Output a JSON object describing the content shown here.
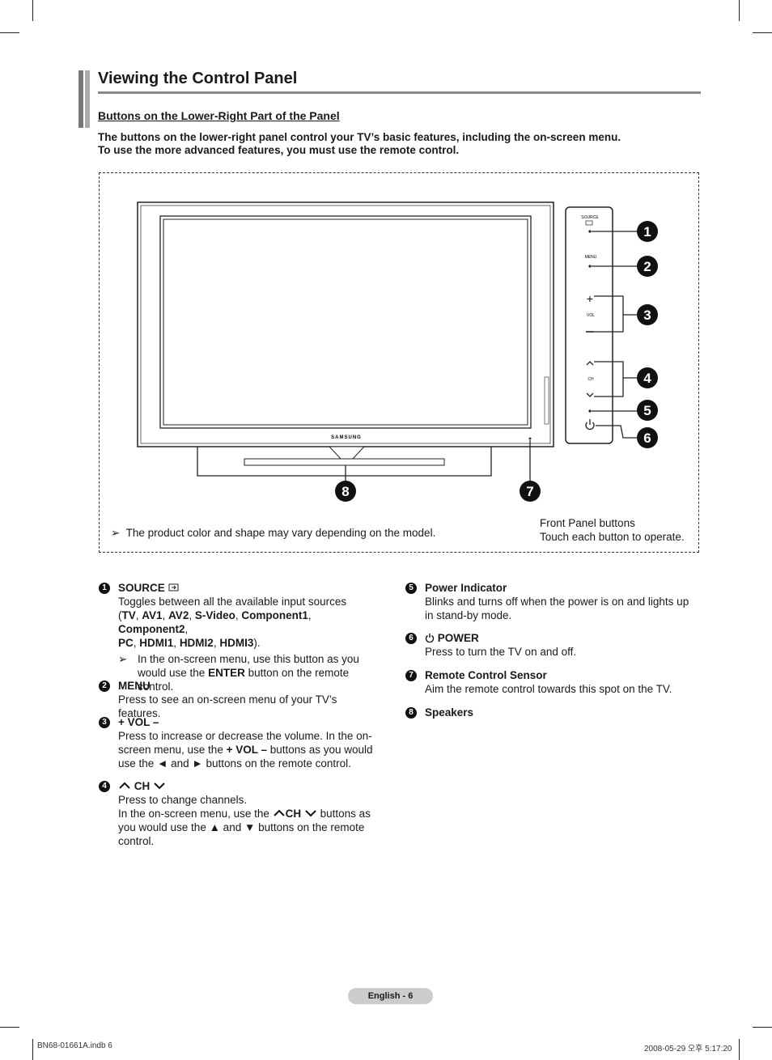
{
  "header": {
    "title": "Viewing the Control Panel",
    "subtitle": "Buttons on the Lower-Right Part of the Panel",
    "intro_line1": "The buttons on the lower-right panel control your TV’s basic features, including the on-screen menu.",
    "intro_line2": "To use the more advanced features, you must use the remote control."
  },
  "figure": {
    "brand": "SAMSUNG",
    "panel_labels": {
      "source": "SOURCE",
      "menu": "MENU",
      "vol": "VOL",
      "ch": "CH"
    },
    "callouts": [
      "1",
      "2",
      "3",
      "4",
      "5",
      "6",
      "7",
      "8"
    ],
    "note": "The product color and shape may vary depending on the model.",
    "caption_line1": "Front Panel buttons",
    "caption_line2": "Touch each button to operate."
  },
  "items": [
    {
      "num": "1",
      "title": "SOURCE",
      "desc": "Toggles between all the available input sources",
      "sources_open": "(",
      "sources": [
        "TV",
        "AV1",
        "AV2",
        "S-Video",
        "Component1",
        "Component2",
        "PC",
        "HDMI1",
        "HDMI2",
        "HDMI3"
      ],
      "sources_close": ").",
      "note_pre": "In the on-screen menu, use this button as you would use the ",
      "note_bold": "ENTER",
      "note_post": " button on the remote control."
    },
    {
      "num": "2",
      "title": "MENU",
      "desc": "Press to see an on-screen menu of your TV’s features."
    },
    {
      "num": "3",
      "title": "+ VOL –",
      "desc_pre": "Press to increase or decrease the volume. In the on-screen menu, use the ",
      "desc_bold": "+ VOL –",
      "desc_post": " buttons as you would use the ◄ and ► buttons on the remote control."
    },
    {
      "num": "4",
      "title": "CH",
      "desc1": "Press to change channels.",
      "desc2_pre": "In the on-screen menu, use the ",
      "desc2_bold": "CH",
      "desc2_post": " buttons as you would use the ▲ and ▼ buttons on the remote control."
    },
    {
      "num": "5",
      "title": "Power Indicator",
      "desc": "Blinks and turns off when the power is on and lights up in stand-by mode."
    },
    {
      "num": "6",
      "title": "POWER",
      "desc": "Press to turn the TV on and off."
    },
    {
      "num": "7",
      "title": "Remote Control Sensor",
      "desc": "Aim the remote control towards this spot on the TV."
    },
    {
      "num": "8",
      "title": "Speakers"
    }
  ],
  "footer": {
    "page_label": "English - 6",
    "slug_left": "BN68-01661A.indb   6",
    "slug_right": "2008-05-29   오후 5:17:20"
  }
}
